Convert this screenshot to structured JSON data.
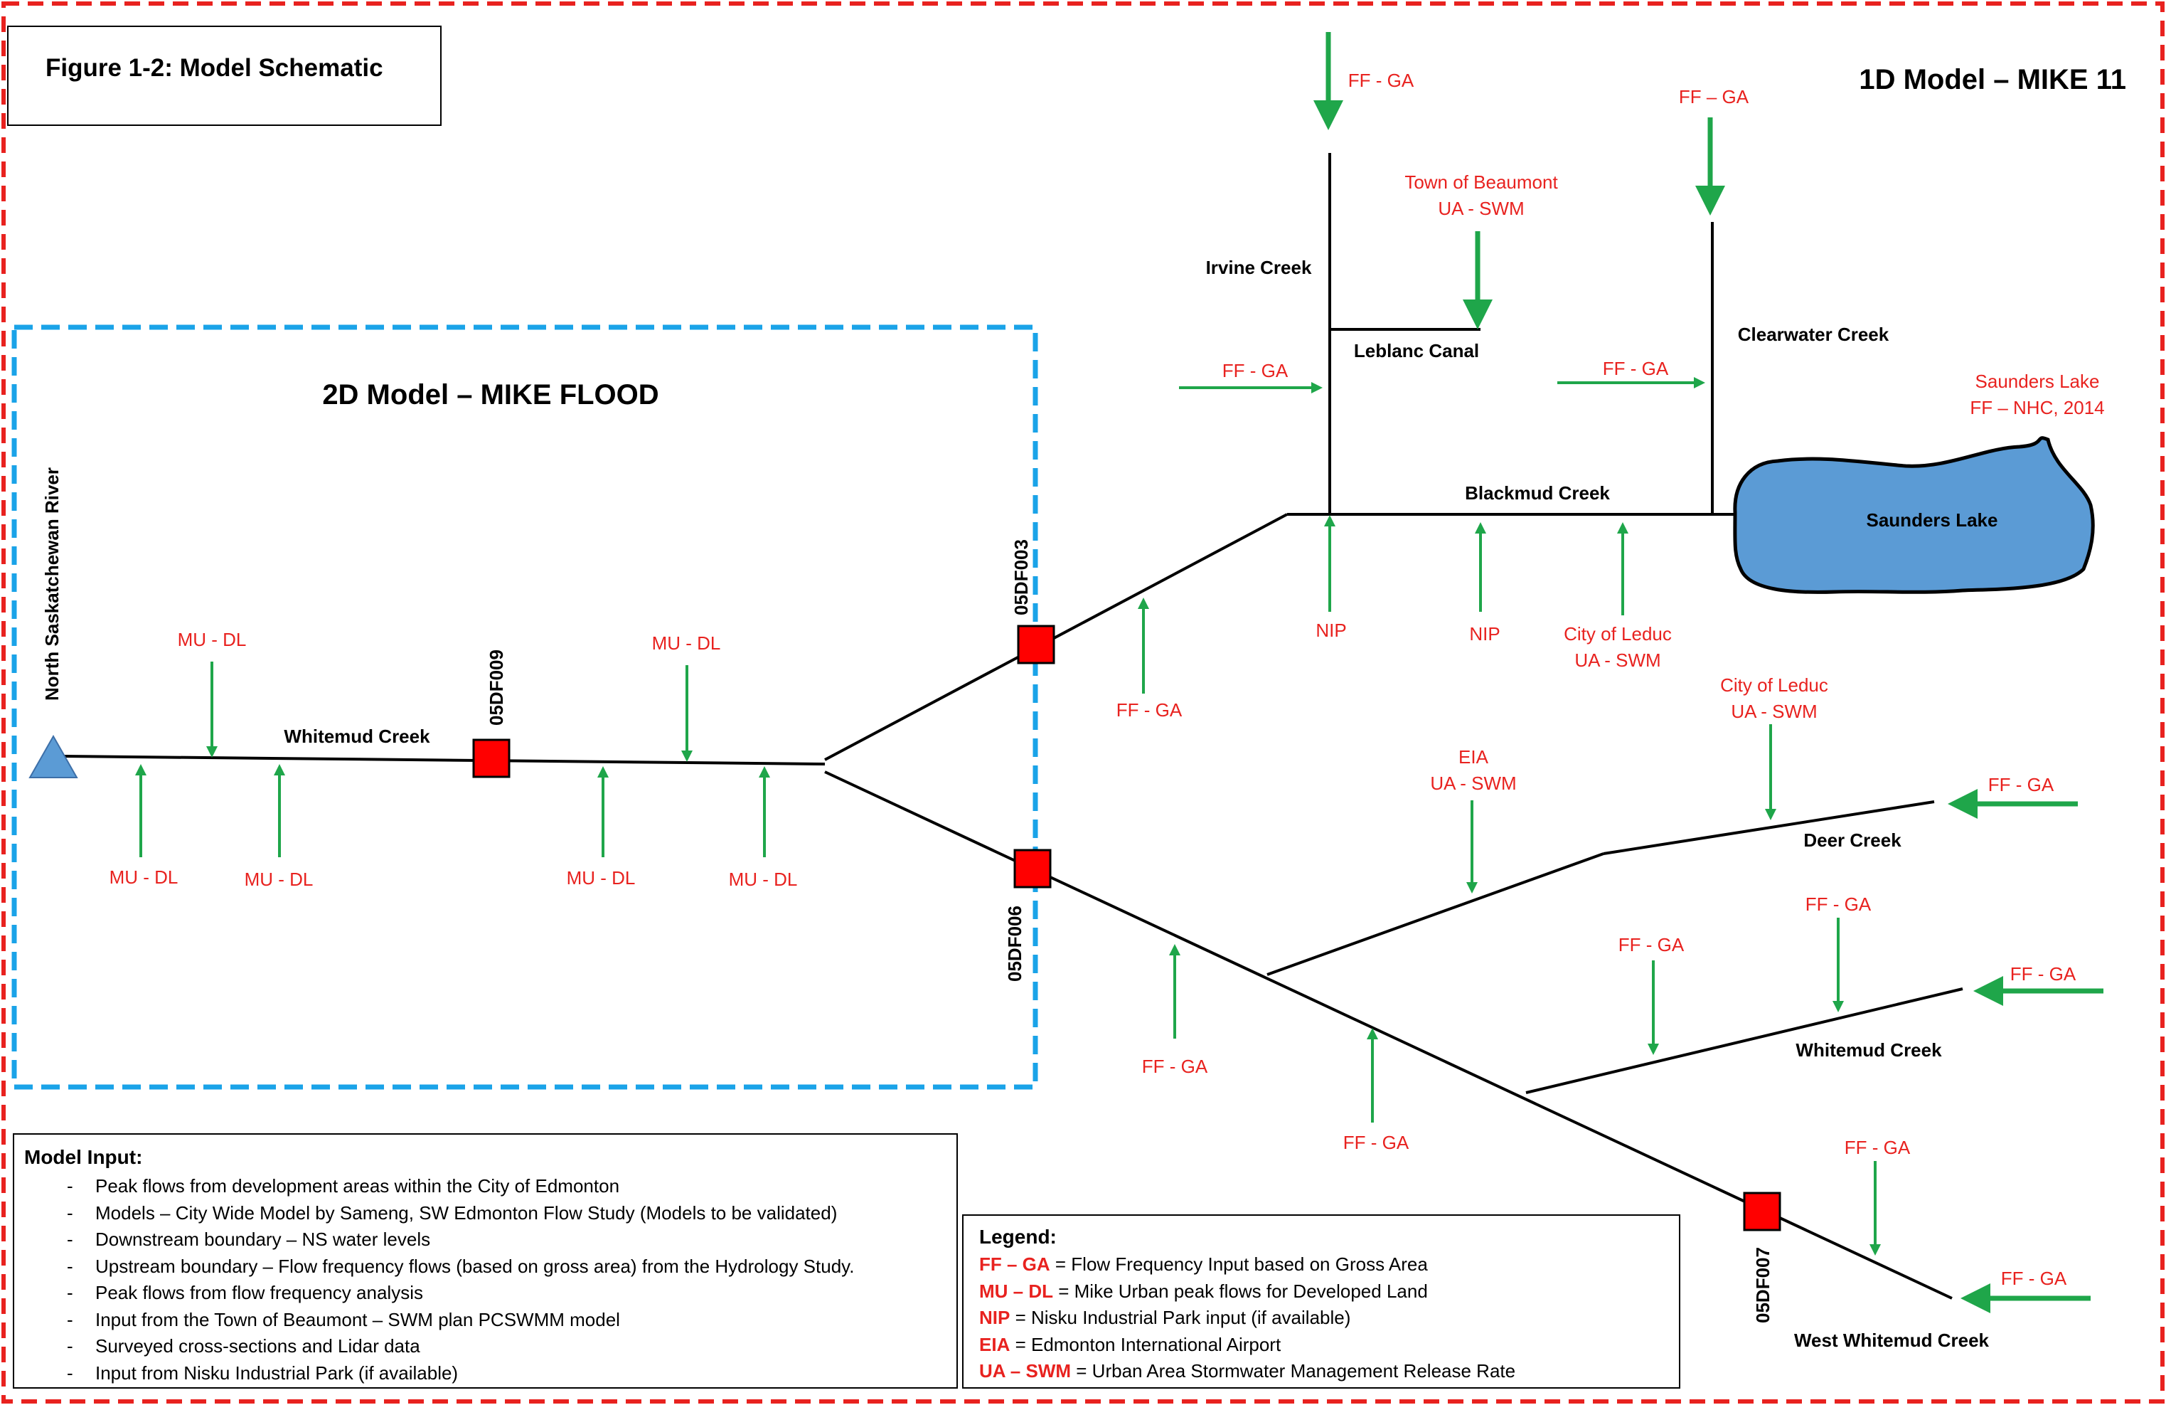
{
  "title": "Figure 1-2: Model Schematic",
  "model_1d_title": "1D Model – MIKE 11",
  "model_2d_title": "2D Model – MIKE FLOOD",
  "colors": {
    "inflow_text": "#e8221f",
    "arrow": "#1fa64a",
    "gauge": "#ff0000",
    "boundary_2d": "#1aa3e8",
    "outer_border": "#e8221f",
    "lake": "#5b9bd5"
  },
  "creeks": {
    "north_saskatchewan": "North Saskatchewan River",
    "whitemud_lower": "Whitemud Creek",
    "irvine": "Irvine Creek",
    "leblanc": "Leblanc Canal",
    "clearwater": "Clearwater Creek",
    "blackmud": "Blackmud Creek",
    "saunders_lake": "Saunders Lake",
    "deer": "Deer Creek",
    "whitemud_upper": "Whitemud Creek",
    "west_whitemud": "West Whitemud Creek"
  },
  "gauges": [
    "05DF009",
    "05DF003",
    "05DF006",
    "05DF007"
  ],
  "inflows": {
    "mu_dl": "MU - DL",
    "ff_ga": "FF - GA",
    "ff_ga_dash": "FF – GA",
    "nip": "NIP",
    "eia": "EIA",
    "ua_swm": "UA - SWM",
    "beaumont": "Town of Beaumont",
    "leduc": "City of Leduc",
    "saunders_label": "Saunders Lake",
    "saunders_source": "FF – NHC, 2014"
  },
  "model_input": {
    "heading": "Model Input:",
    "items": [
      "Peak flows from development areas within the City of Edmonton",
      "Models – City Wide Model by Sameng, SW Edmonton Flow Study (Models to be validated)",
      "Downstream boundary – NS water levels",
      "Upstream boundary – Flow frequency flows (based on gross area) from the Hydrology Study.",
      "Peak flows from flow frequency analysis",
      "Input from the Town of Beaumont – SWM plan PCSWMM model",
      "Surveyed cross-sections and Lidar data",
      "Input from Nisku Industrial Park (if available)"
    ]
  },
  "legend": {
    "heading": "Legend:",
    "items": [
      {
        "abbr": "FF – GA",
        "desc": " = Flow Frequency Input based on Gross Area"
      },
      {
        "abbr": "MU – DL",
        "desc": " = Mike Urban peak flows for Developed Land"
      },
      {
        "abbr": "NIP",
        "desc": " = Nisku Industrial Park input (if available)"
      },
      {
        "abbr": "EIA",
        "desc": " = Edmonton International Airport"
      },
      {
        "abbr": "UA – SWM",
        "desc": " = Urban Area Stormwater Management Release Rate"
      }
    ]
  }
}
